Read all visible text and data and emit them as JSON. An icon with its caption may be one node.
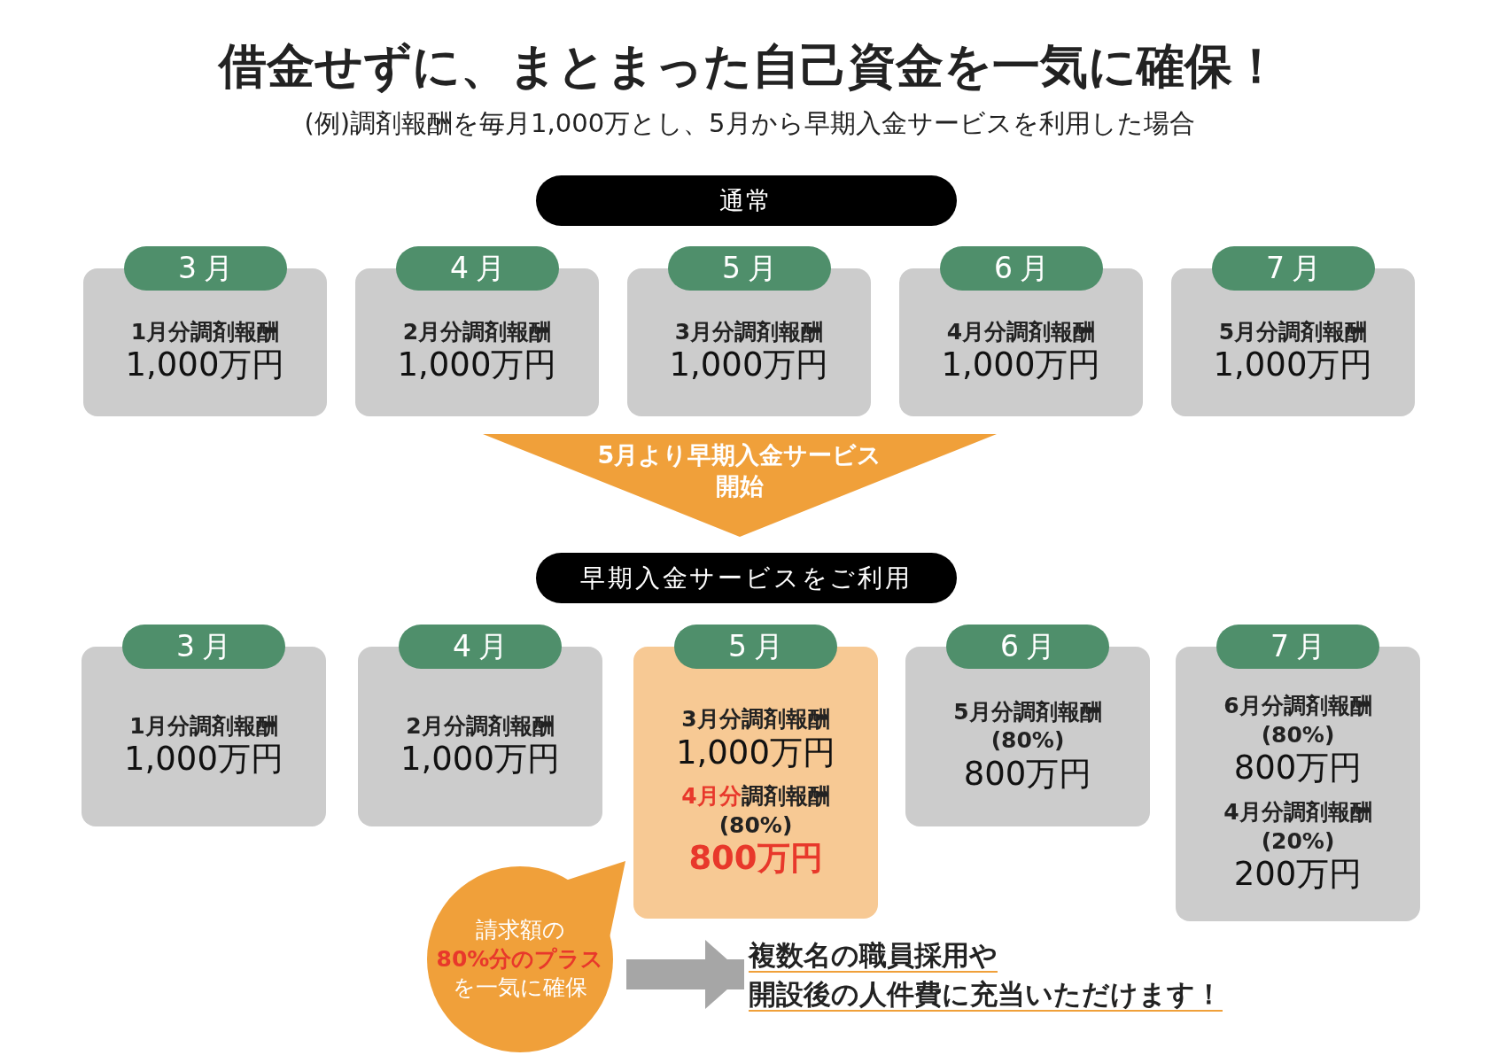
{
  "diagram": {
    "title": "借金せずに、まとまった自己資金を一気に確保！",
    "nodes": [
      {
        "text": [
          "通常"
        ]
      },
      {
        "text": [
          "3月",
          "1月分調剤報酬",
          "1,000万円"
        ]
      },
      {
        "text": [
          "4月",
          "2月分調剤報酬",
          "1,000万円"
        ]
      },
      {
        "text": [
          "5月",
          "3月分調剤報酬",
          "1,000万円"
        ]
      },
      {
        "text": [
          "6月",
          "4月分調剤報酬",
          "1,000万円"
        ]
      },
      {
        "text": [
          "7月",
          "5月分調剤報酬",
          "1,000万円"
        ]
      },
      {
        "text": [
          "5月より早期入金サービス開始"
        ]
      },
      {
        "text": [
          "早期入金サービスをご利用"
        ]
      },
      {
        "text": [
          "3月",
          "1月分調剤報酬",
          "1,000万円"
        ]
      },
      {
        "text": [
          "4月",
          "2月分調剤報酬",
          "1,000万円"
        ]
      },
      {
        "text": [
          "5月",
          "3月分調剤報酬",
          "1,000万円",
          "**4月分**調剤報酬 (80%)",
          "800万円"
        ]
      },
      {
        "text": [
          "6月",
          "5月分調剤報酬 (80%)",
          "800万円"
        ]
      },
      {
        "text": [
          "7月",
          "6月分調剤報酬 (80%)",
          "800万円",
          "4月分調剤報酬 (20%)",
          "200万円"
        ]
      },
      {
        "text": [
          "請求額の",
          "80%分のプラス",
          "を一気に確保"
        ]
      },
      {
        "text": [
          "複数名の職員採用や",
          "開設後の人件費に充当いただけます！"
        ]
      }
    ],
    "edges": [
      {
        "from": 13,
        "to": 14,
        "arrow": "to"
      }
    ],
    "labels": [
      "(例)調剤報酬を毎月1,000万とし、5月から早期入金サービスを利用した場合"
    ]
  }
}
